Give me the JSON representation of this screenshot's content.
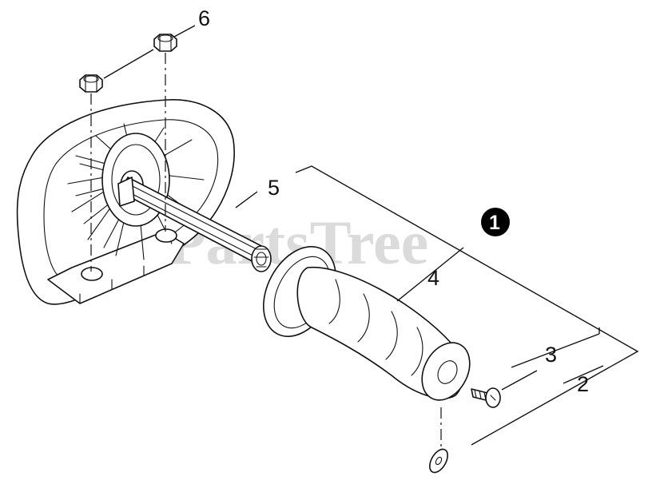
{
  "watermark": "PartsTree",
  "badge": "1",
  "callouts": {
    "nut": "6",
    "shaft": "5",
    "grip": "4",
    "screw": "3",
    "washer": "2"
  }
}
